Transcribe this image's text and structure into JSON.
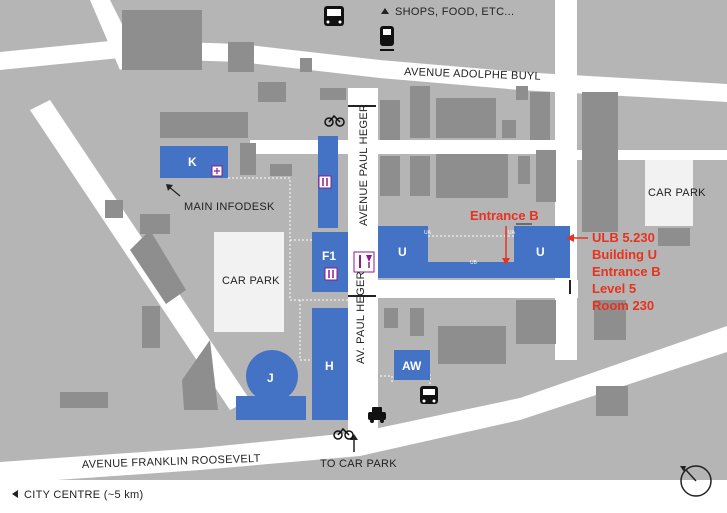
{
  "colors": {
    "background": "#b5b5b5",
    "road": "#ffffff",
    "block": "#8e8e8e",
    "carpark": "#f2f2f2",
    "building_blue": "#4472c4",
    "accent_red": "#e8321e",
    "icon_purple": "#8b1a8b"
  },
  "streets": {
    "avenue_adolphe_buyl": "AVENUE ADOLPHE BUYL",
    "avenue_paul_heger": "AVENUE PAUL HEGER",
    "av_paul_heger": "AV. PAUL HEGER",
    "avenue_franklin_roosevelt": "AVENUE FRANKLIN ROOSEVELT"
  },
  "labels": {
    "shops": "SHOPS, FOOD, ETC...",
    "main_infodesk": "MAIN INFODESK",
    "car_park_left": "CAR PARK",
    "car_park_right": "CAR PARK",
    "to_car_park": "TO CAR PARK",
    "city_centre": "CITY CENTRE (~5 km)"
  },
  "buildings": {
    "k": "K",
    "f1": "F1",
    "u_left": "U",
    "u_right": "U",
    "h": "H",
    "j": "J",
    "aw": "AW",
    "ua": "UA",
    "ub": "UB",
    "ua2": "UA"
  },
  "callout": {
    "entrance_label": "Entrance B",
    "lines": [
      "ULB 5.230",
      "Building U",
      "Entrance B",
      "Level 5",
      "Room 230"
    ]
  },
  "icons": [
    "bus-icon",
    "train-icon",
    "bike-icon",
    "restaurant-icon",
    "info-icon",
    "taxi-icon",
    "compass-icon"
  ]
}
